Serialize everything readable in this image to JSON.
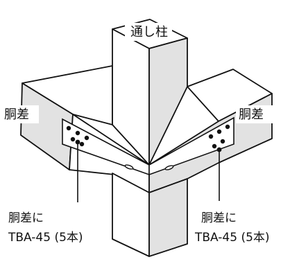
{
  "labels": {
    "post": "通し柱",
    "beam_left": "胴差",
    "beam_right": "胴差",
    "callout_left_line1": "胴差に",
    "callout_left_line2": "TBA-45 (5本)",
    "callout_right_line1": "胴差に",
    "callout_right_line2": "TBA-45 (5本)"
  },
  "colors": {
    "outline": "#111111",
    "face_light": "#ffffff",
    "face_shade": "#e2e2e2",
    "face_dark": "#cfcfcf",
    "bolt": "#111111"
  }
}
